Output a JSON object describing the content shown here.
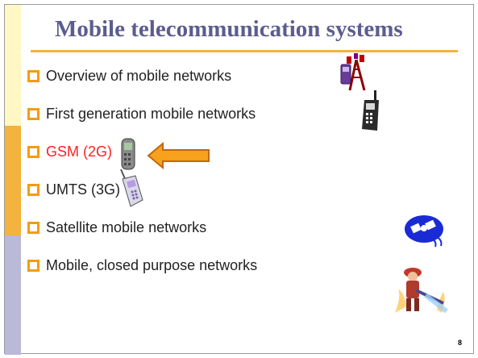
{
  "slide": {
    "title": "Mobile telecommunication systems",
    "page_number": "8",
    "accent_color": "#f3b33c",
    "title_color": "#5b5d8f",
    "highlight_color": "#ff2020"
  },
  "bullets": [
    {
      "label": "Overview of mobile networks",
      "icon": "antenna-tower-icon"
    },
    {
      "label": "First generation mobile networks",
      "icon": "brick-phone-icon"
    },
    {
      "label": "GSM (2G)",
      "icon": "gsm-phone-icon",
      "highlighted": true
    },
    {
      "label": "UMTS (3G)",
      "icon": "umts-phone-icon"
    },
    {
      "label": "Satellite mobile networks",
      "icon": "satellite-icon"
    },
    {
      "label": "Mobile, closed purpose networks",
      "icon": "firefighter-icon"
    }
  ],
  "arrow": {
    "icon": "left-arrow-icon",
    "color": "#f7a11c"
  }
}
